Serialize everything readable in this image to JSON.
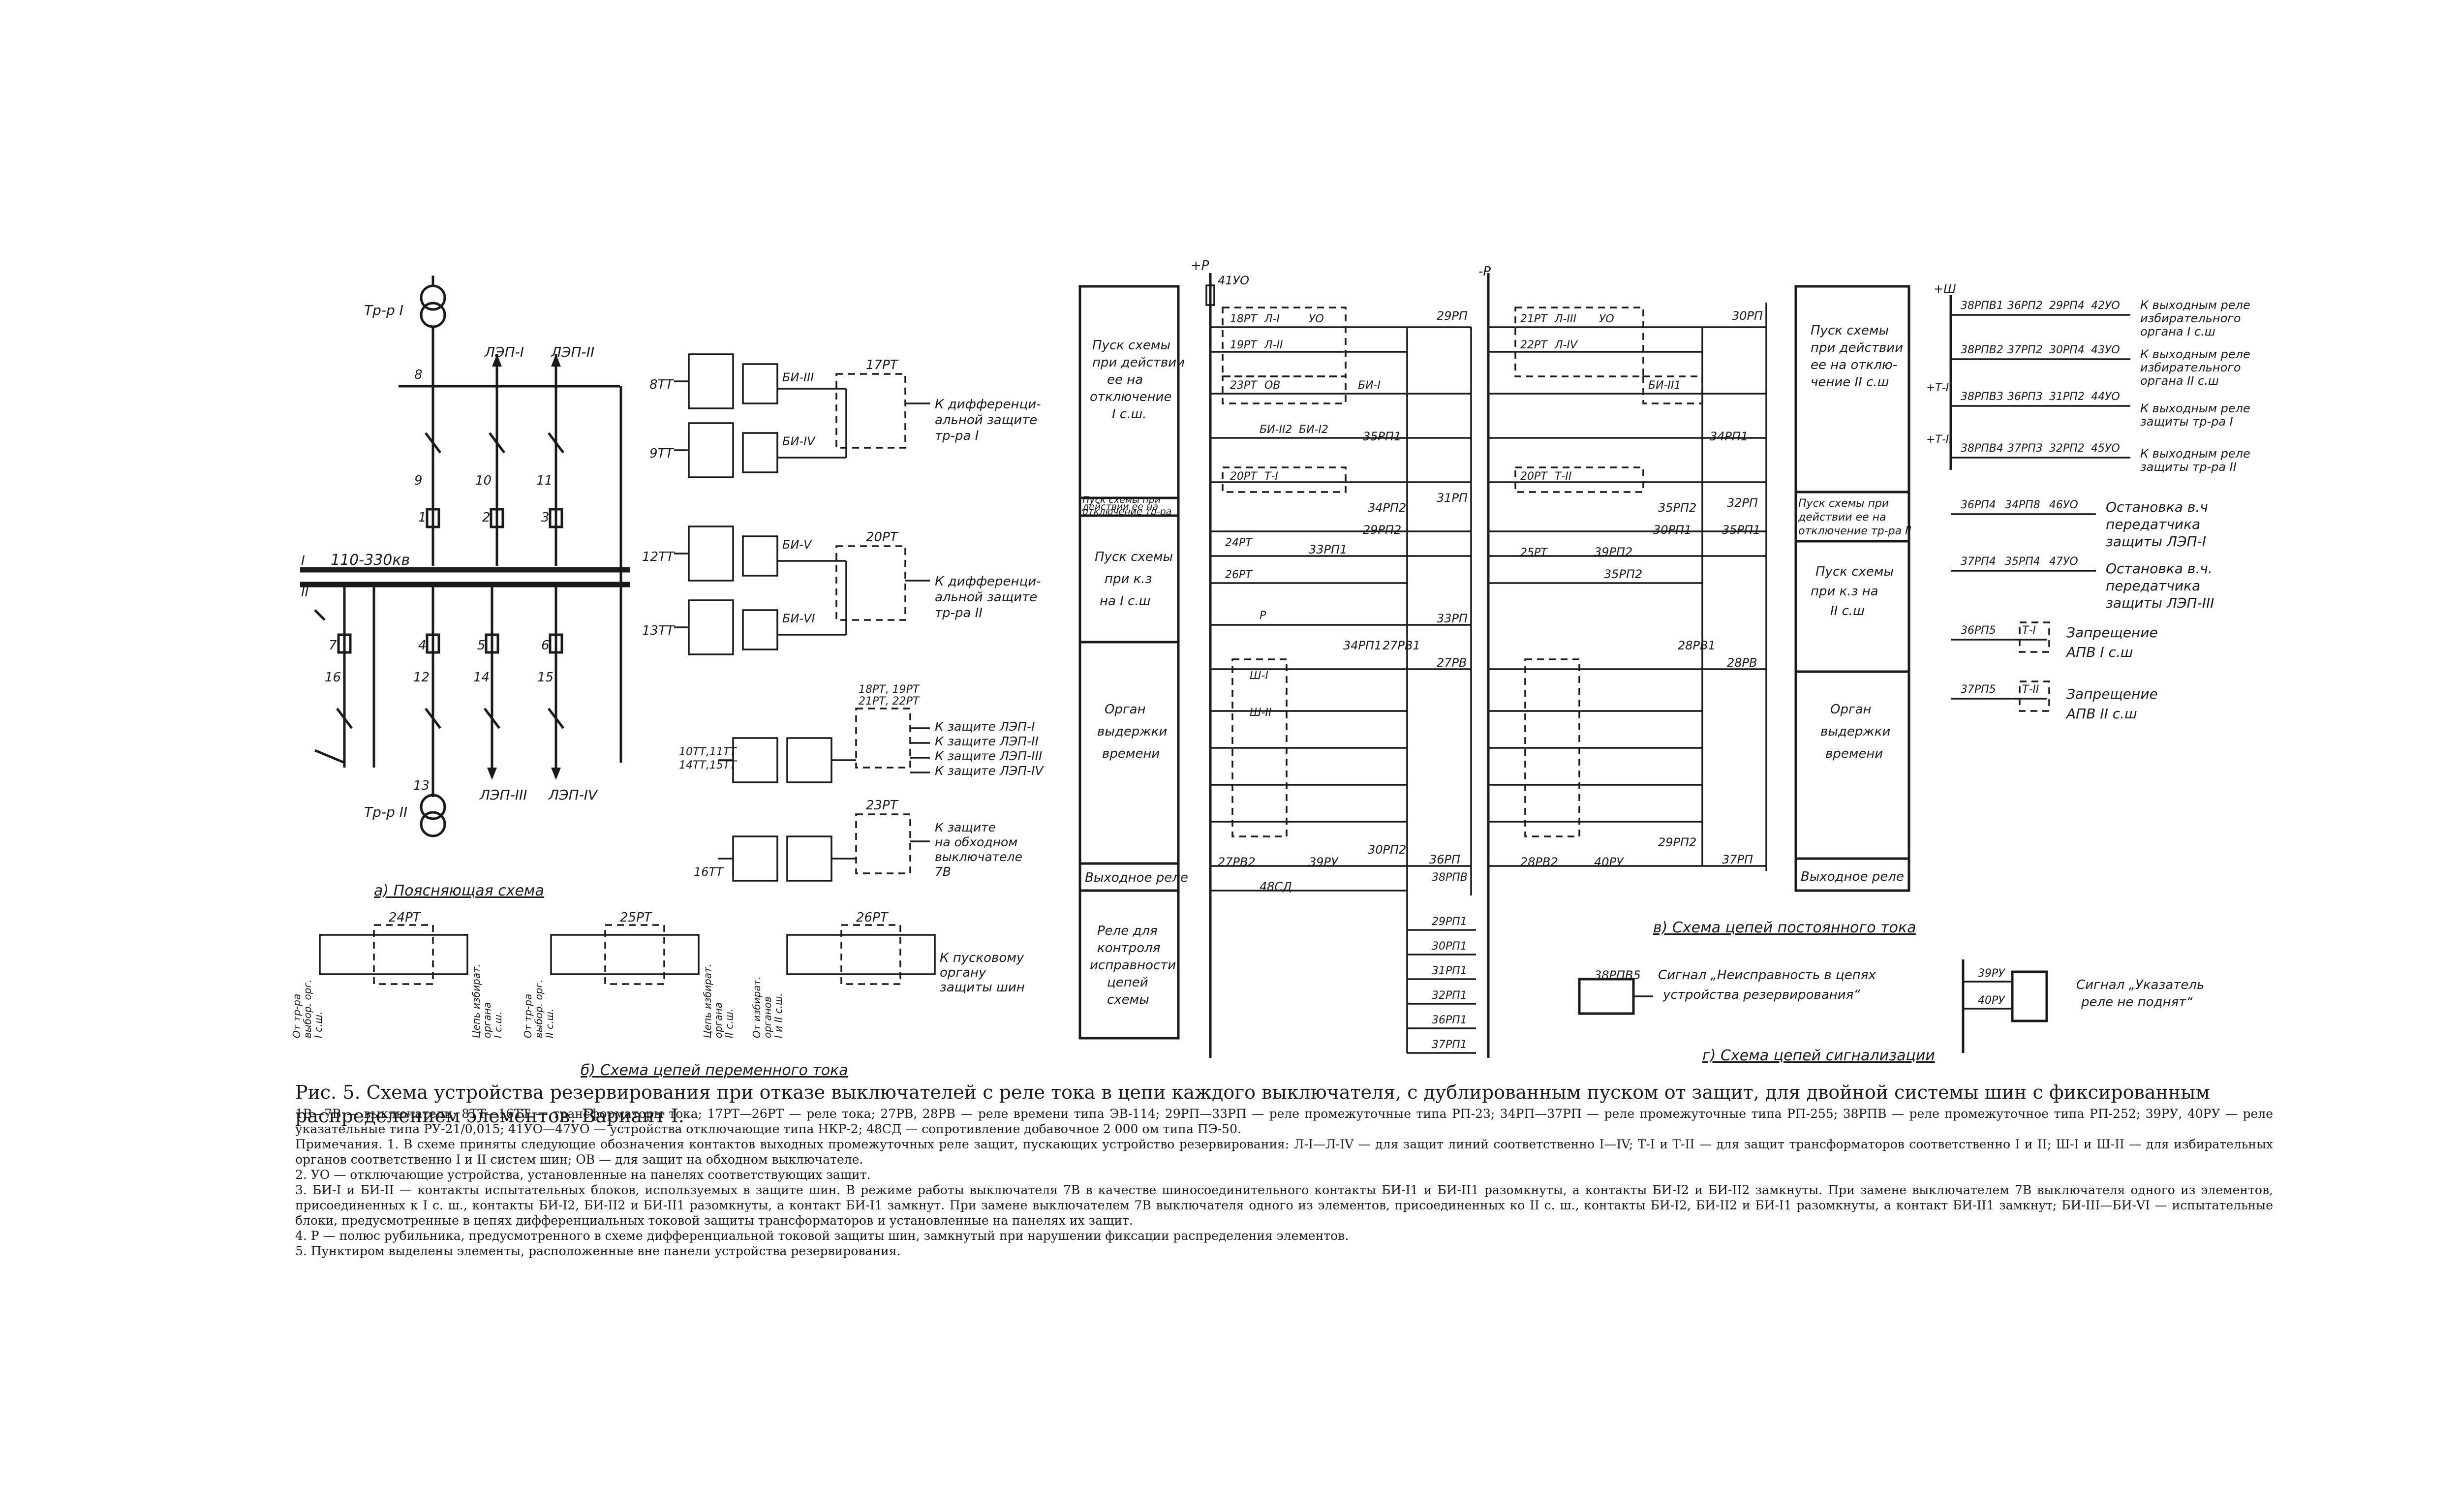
{
  "left_scheme": {
    "tr1": "Тр-р I",
    "tr2": "Тр-р II",
    "lep1": "ЛЭП-I",
    "lep2": "ЛЭП-II",
    "lep3": "ЛЭП-III",
    "lep4": "ЛЭП-IV",
    "voltage": "110-330кв",
    "bus1": "I",
    "bus2": "II",
    "numbers": [
      "8",
      "9",
      "10",
      "11",
      "1",
      "2",
      "3",
      "7",
      "4",
      "5",
      "6",
      "16",
      "12",
      "14",
      "15",
      "13"
    ],
    "caption_a": "а) Поясняющая схема"
  },
  "ct_circuits": {
    "ct8": "8ТТ",
    "ct9": "9ТТ",
    "ct12": "12ТТ",
    "ct13": "13ТТ",
    "bi3": "БИ-III",
    "bi4": "БИ-IV",
    "bi5": "БИ-V",
    "bi6": "БИ-VI",
    "rt17": "17РТ",
    "rt20": "20РТ",
    "to_diff1": [
      "К дифференци-",
      "альной защите",
      "тр-ра I"
    ],
    "to_diff2": [
      "К дифференци-",
      "альной защите",
      "тр-ра II"
    ],
    "rt_group": [
      "18РТ, 19РТ",
      "21РТ, 22РТ"
    ],
    "ct_group": [
      "10ТТ,11ТТ",
      "14ТТ,15ТТ"
    ],
    "to_lep": [
      "К защите ЛЭП-I",
      "К защите ЛЭП-II",
      "К защите ЛЭП-III",
      "К защите ЛЭП-IV"
    ],
    "rt23": "23РТ",
    "ct16": "16ТТ",
    "to_bypass": [
      "К защите",
      "на обходном",
      "выключателе",
      "7В"
    ],
    "rt24": "24РТ",
    "rt25": "25РТ",
    "rt26": "26РТ",
    "from_tr1": [
      "От тр-ра",
      "выбор. орг.",
      "I с.ш."
    ],
    "circ1": [
      "Цепь избират.",
      "органа",
      "I с.ш."
    ],
    "from_tr2": [
      "От тр-ра",
      "выбор. орг.",
      "II с.ш."
    ],
    "circ2": [
      "Цепь избират.",
      "органа",
      "II с.ш."
    ],
    "from_sel": [
      "От избират.",
      "органов",
      "I и II с.ш."
    ],
    "to_start": [
      "К пусковому",
      "органу",
      "защиты шин"
    ],
    "caption_b": "б) Схема цепей переменного тока"
  },
  "dc_circuits": {
    "plus_p": "+Р",
    "minus_p": "-Р",
    "fuse": "41УО",
    "left_blocks": [
      [
        "Пуск схемы",
        "при действии",
        "ее на",
        "отключение",
        "I с.ш."
      ],
      [
        "Пуск схемы при",
        "действии ее на",
        "отключение тр-ра"
      ],
      [
        "Пуск схемы",
        "при к.з",
        "на I с.ш"
      ],
      [
        "Орган",
        "выдержки",
        "времени"
      ],
      [
        "Выходное реле"
      ],
      [
        "Реле для",
        "контроля",
        "исправности",
        "цепей",
        "схемы"
      ]
    ],
    "right_blocks": [
      [
        "Пуск схемы",
        "при действии",
        "ее на отклю-",
        "чение II с.ш"
      ],
      [
        "Пуск схемы при",
        "действии ее на",
        "отключение тр-ра II"
      ],
      [
        "Пуск схемы",
        "при к.з на",
        "II с.ш"
      ],
      [
        "Орган",
        "выдержки",
        "времени"
      ],
      [
        "Выходное реле"
      ]
    ],
    "left_relays": [
      "29РП",
      "35РП1",
      "34РП2",
      "31РП",
      "29РП2",
      "33РП",
      "27РВ",
      "39РУ",
      "30РП2",
      "36РП",
      "33РП1",
      "34РП1",
      "27РВ1",
      "27РВ2",
      "48СД"
    ],
    "left_contacts": [
      "18РТ",
      "Л-I",
      "УО",
      "19РТ",
      "Л-II",
      "23РТ",
      "ОВ",
      "БИ-I",
      "БИ-II2",
      "БИ-I2",
      "20РТ",
      "Т-I",
      "24РТ",
      "26РТ",
      "Р",
      "Ш-I",
      "Ш-II"
    ],
    "right_relays": [
      "30РП",
      "34РП1",
      "32РП",
      "35РП2",
      "30РП1",
      "35РП1",
      "28РВ",
      "29РП2",
      "37РП",
      "39РП2",
      "35РП2",
      "28РВ1",
      "28РВ2",
      "40РУ"
    ],
    "right_contacts": [
      "21РТ",
      "Л-III",
      "УО",
      "22РТ",
      "Л-IV",
      "БИ-II1",
      "20РТ",
      "Т-II",
      "25РТ"
    ],
    "control_relays": [
      "38РПВ",
      "29РП1",
      "30РП1",
      "31РП1",
      "32РП1",
      "36РП1",
      "37РП1"
    ],
    "caption_v": "в) Схема цепей постоянного тока"
  },
  "outputs": {
    "rows": [
      {
        "contacts": [
          "38РПВ1",
          "36РП2",
          "29РП4",
          "42УО"
        ],
        "text": [
          "К выходным реле",
          "избирательного",
          "органа I с.ш"
        ]
      },
      {
        "contacts": [
          "38РПВ2",
          "37РП2",
          "30РП4",
          "43УО"
        ],
        "text": [
          "К выходным реле",
          "избирательного",
          "органа II с.ш"
        ]
      },
      {
        "contacts": [
          "38РПВ3",
          "36РП3",
          "31РП2",
          "44УО"
        ],
        "text": [
          "К выходным реле",
          "защиты тр-ра I"
        ]
      },
      {
        "contacts": [
          "38РПВ4",
          "37РП3",
          "32РП2",
          "45УО"
        ],
        "text": [
          "К выходным реле",
          "защиты тр-ра II"
        ]
      },
      {
        "contacts": [
          "36РП4",
          "34РП8",
          "46УО"
        ],
        "text": [
          "Остановка в.ч",
          "передатчика",
          "защиты ЛЭП-I"
        ]
      },
      {
        "contacts": [
          "37РП4",
          "35РП4",
          "47УО"
        ],
        "text": [
          "Остановка в.ч.",
          "передатчика",
          "защиты ЛЭП-III"
        ]
      },
      {
        "contacts": [
          "36РП5",
          "Т-I"
        ],
        "text": [
          "Запрещение",
          "АПВ I с.ш"
        ]
      },
      {
        "contacts": [
          "37РП5",
          "Т-II"
        ],
        "text": [
          "Запрещение",
          "АПВ II с.ш"
        ]
      }
    ],
    "plus_sh": "+Ш",
    "plus_t1": "+Т-I",
    "plus_t2": "+Т-II"
  },
  "signal": {
    "relay1": "38РПВ5",
    "signal1": [
      "Сигнал „Неисправность в цепях",
      "устройства резервирования“"
    ],
    "relay2": "39РУ",
    "relay3": "40РУ",
    "signal2": [
      "Сигнал „Указатель",
      "реле не поднят“"
    ],
    "caption_g": "г) Схема цепей сигнализации"
  },
  "caption": {
    "title": "Рис. 5. Схема устройства резервирования при отказе выключателей с реле тока в цепи каждого выключателя, с дублированным пуском от защит, для двойной системы шин с фиксированным распределением элементов. Вариант I.",
    "notes": [
      "1В—7В — выключатели; 8ТТ—16ТТ — трансформаторы тока; 17РТ—26РТ — реле тока; 27РВ, 28РВ — реле времени типа ЭВ-114; 29РП—33РП — реле промежуточные типа РП-23; 34РП—37РП — реле промежуточные типа РП-255; 38РПВ — реле промежуточное типа РП-252; 39РУ, 40РУ — реле указательные типа РУ-21/0,015; 41УО—47УО — устройства отключающие типа НКР-2; 48СД — сопротивление добавочное 2 000 ом типа ПЭ-50.",
      "Примечания. 1. В схеме приняты следующие обозначения контактов выходных промежуточных реле защит, пускающих устройство резервирования: Л-I—Л-IV — для защит линий соответственно I—IV; Т-I и Т-II — для защит трансформаторов соответственно I и II; Ш-I и Ш-II — для избирательных органов соответственно I и II систем шин; ОВ — для защит на обходном выключателе.",
      "2. УО — отключающие устройства, установленные на панелях соответствующих защит.",
      "3. БИ-I и БИ-II — контакты испытательных блоков, используемых в защите шин. В режиме работы выключателя 7В в качестве шиносоединительного контакты БИ-I1 и БИ-II1 разомкнуты, а контакты БИ-I2 и БИ-II2 замкнуты. При замене выключателем 7В выключателя одного из элементов, присоединенных к I с. ш., контакты БИ-I2, БИ-II2 и БИ-II1 разомкнуты, а контакт БИ-I1 замкнут. При замене выключателем 7В выключателя одного из элементов, присоединенных ко II с. ш., контакты БИ-I2, БИ-II2 и БИ-I1 разомкнуты, а контакт БИ-II1 замкнут; БИ-III—БИ-VI — испытательные блоки, предусмотренные в цепях дифференциальных токовой защиты трансформаторов и установленные на панелях их защит.",
      "4. Р — полюс рубильника, предусмотренного в схеме дифференциальной токовой защиты шин, замкнутый при нарушении фиксации распределения элементов.",
      "5. Пунктиром выделены элементы, расположенные вне панели устройства резервирования."
    ]
  }
}
